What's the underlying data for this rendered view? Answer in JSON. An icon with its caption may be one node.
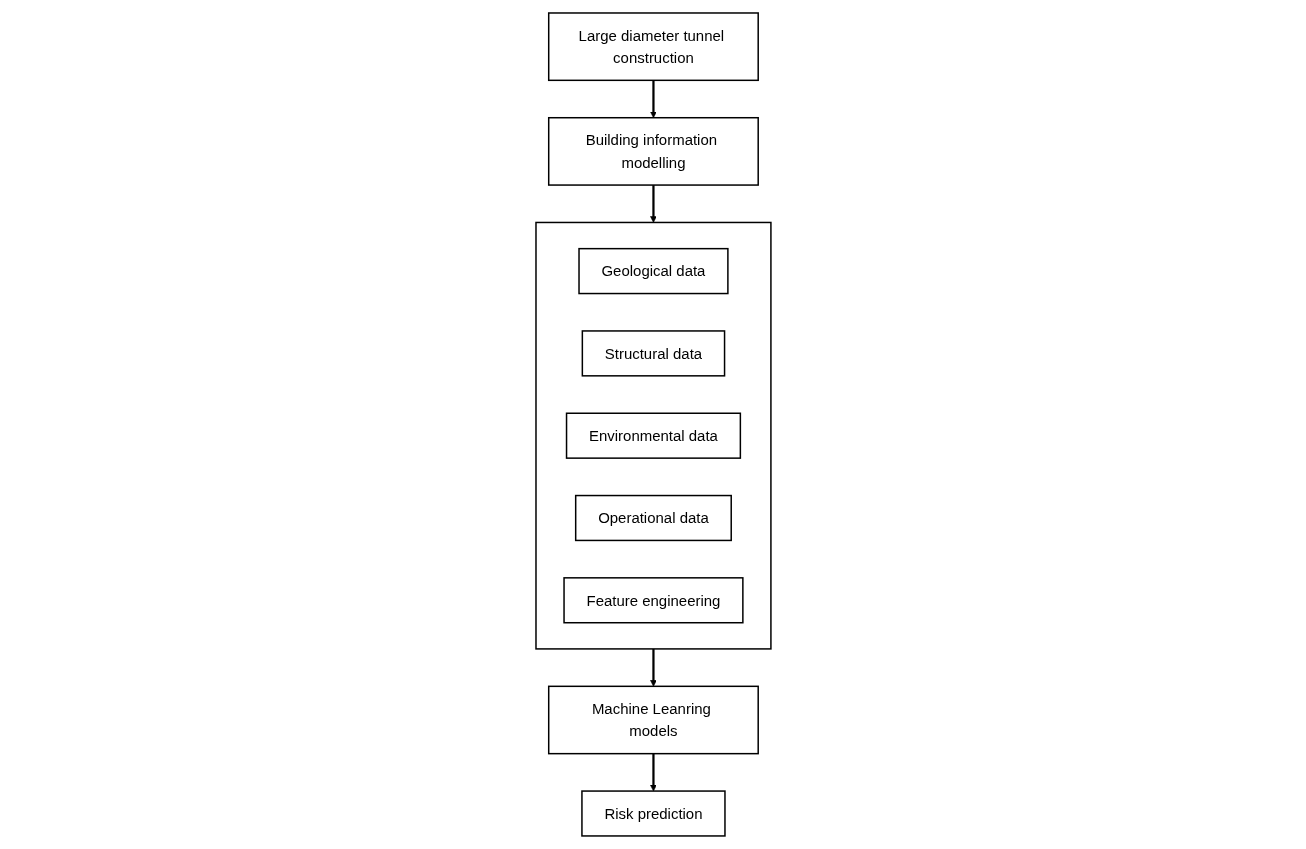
{
  "diagram": {
    "nodes": [
      {
        "text": [
          "Large diameter tunnel construction"
        ]
      },
      {
        "text": [
          "Building information modelling"
        ]
      },
      {
        "text": [],
        "shape": "box"
      },
      {
        "text": [
          "Geological data"
        ],
        "in": 2
      },
      {
        "text": [
          "Structural data"
        ],
        "in": 2
      },
      {
        "text": [
          "Environmental data"
        ],
        "in": 2
      },
      {
        "text": [
          "Operational data"
        ],
        "in": 2
      },
      {
        "text": [
          "Feature engineering"
        ],
        "in": 2
      },
      {
        "text": [
          "Machine Leanring models"
        ]
      },
      {
        "text": [
          "Risk prediction"
        ]
      }
    ],
    "edges": [
      {
        "from": 0,
        "to": 1,
        "arrow": "to"
      },
      {
        "from": 1,
        "to": 2,
        "arrow": "to"
      },
      {
        "from": 2,
        "to": 8,
        "arrow": "to"
      },
      {
        "from": 8,
        "to": 9,
        "arrow": "to"
      }
    ]
  }
}
